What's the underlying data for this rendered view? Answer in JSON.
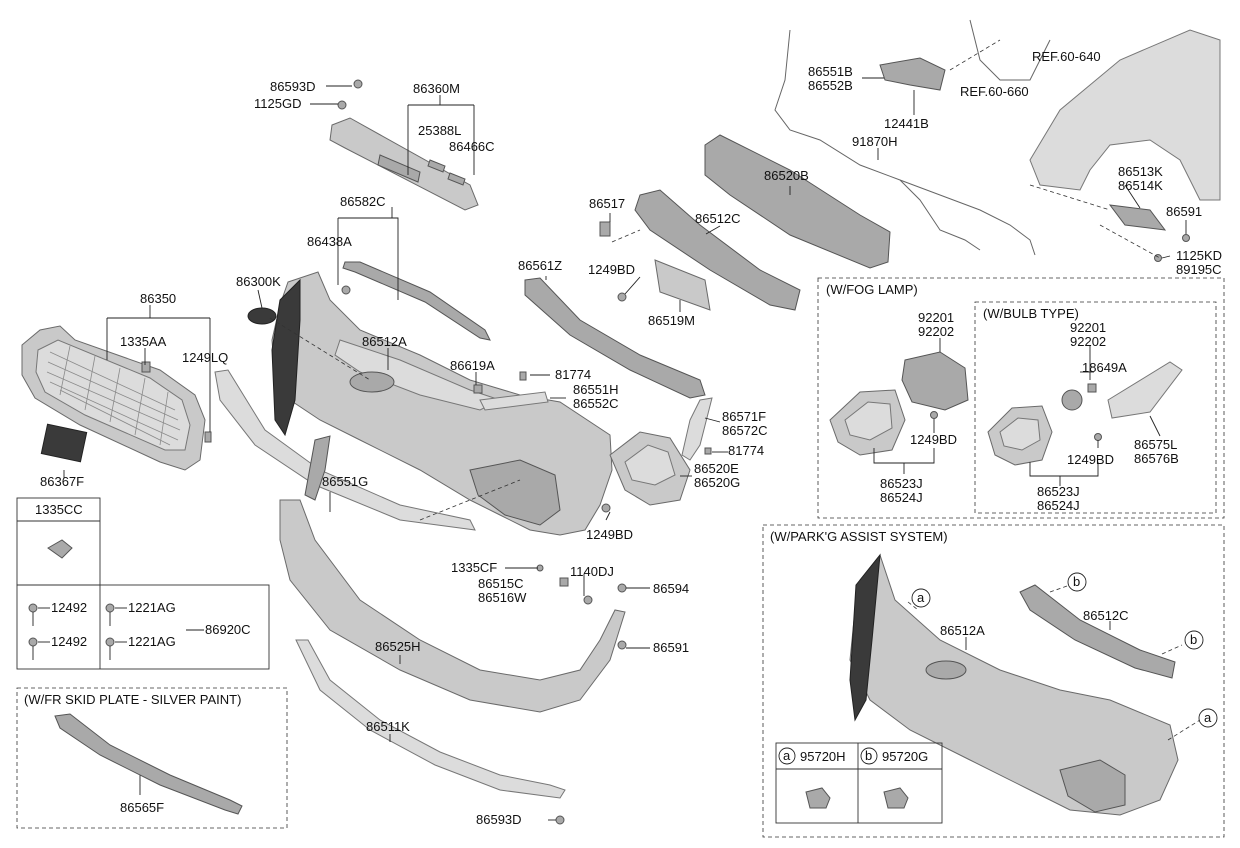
{
  "labels": {
    "p86593D_top": "86593D",
    "p1125GD": "1125GD",
    "p86360M": "86360M",
    "p25388L": "25388L",
    "p86466C": "86466C",
    "p86582C": "86582C",
    "p86438A": "86438A",
    "p86300K": "86300K",
    "p86350": "86350",
    "p1335AA": "1335AA",
    "p1249LQ": "1249LQ",
    "p86367F": "86367F",
    "p86512A": "86512A",
    "p86561Z": "86561Z",
    "p86619A": "86619A",
    "p81774_a": "81774",
    "p86551H": "86551H",
    "p86552C": "86552C",
    "p86517": "86517",
    "p86512C": "86512C",
    "p1249BD_a": "1249BD",
    "p86519M": "86519M",
    "p86520B": "86520B",
    "p86551B": "86551B",
    "p86552B": "86552B",
    "p12441B": "12441B",
    "p91870H": "91870H",
    "pREF640": "REF.60-640",
    "pREF660": "REF.60-660",
    "p86513K": "86513K",
    "p86514K": "86514K",
    "p86591_a": "86591",
    "p1125KD": "1125KD",
    "p89195C": "89195C",
    "p86571F": "86571F",
    "p86572C": "86572C",
    "p81774_b": "81774",
    "p86520E": "86520E",
    "p86520G": "86520G",
    "p1249BD_b": "1249BD",
    "p86551G": "86551G",
    "p1335CF": "1335CF",
    "p1140DJ": "1140DJ",
    "p86515C": "86515C",
    "p86516W": "86516W",
    "p86594": "86594",
    "p86591_b": "86591",
    "p86525H": "86525H",
    "p86511K": "86511K",
    "p86593D_bot": "86593D",
    "p1335CC": "1335CC",
    "p12492_a": "12492",
    "p12492_b": "12492",
    "p1221AG_a": "1221AG",
    "p1221AG_b": "1221AG",
    "p86920C": "86920C",
    "p86565F": "86565F"
  },
  "fog": {
    "title": "(W/FOG LAMP)",
    "p92201": "92201",
    "p92202": "92202",
    "p1249BD": "1249BD",
    "p86523J": "86523J",
    "p86524J": "86524J"
  },
  "bulb": {
    "title": "(W/BULB TYPE)",
    "p92201": "92201",
    "p92202": "92202",
    "p18649A": "18649A",
    "p1249BD": "1249BD",
    "p86523J": "86523J",
    "p86524J": "86524J",
    "p86575L": "86575L",
    "p86576B": "86576B"
  },
  "skid": {
    "title": "(W/FR SKID PLATE - SILVER PAINT)"
  },
  "park": {
    "title": "(W/PARK'G ASSIST SYSTEM)",
    "p86512A": "86512A",
    "p86512C": "86512C",
    "callout_a": "a",
    "callout_b": "b",
    "legend_a_letter": "a",
    "legend_a_part": "95720H",
    "legend_b_letter": "b",
    "legend_b_part": "95720G"
  }
}
